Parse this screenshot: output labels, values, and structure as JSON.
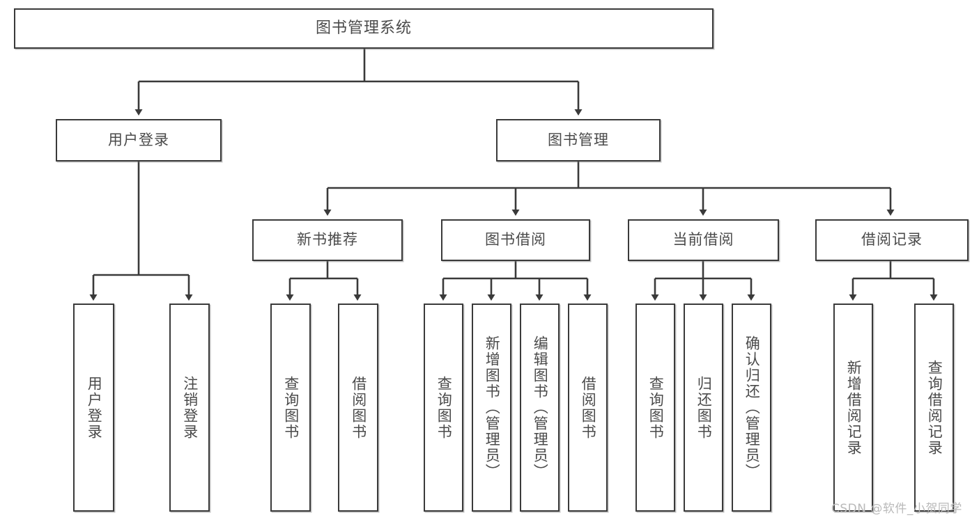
{
  "diagram": {
    "type": "tree",
    "title": "图书管理系统",
    "watermark": "CSDN @软件_小贺同学",
    "colors": {
      "box_border": "#3a3a3a",
      "box_fill": "#ffffff",
      "text": "#4a4a4a",
      "line": "#3a3a3a",
      "watermark": "#b9b9b9"
    },
    "levels": {
      "level1": [
        {
          "id": "root",
          "label": "图书管理系统"
        }
      ],
      "level2": [
        {
          "id": "user-login",
          "label": "用户登录",
          "parent": "root"
        },
        {
          "id": "book-manage",
          "label": "图书管理",
          "parent": "root"
        }
      ],
      "level3": [
        {
          "id": "new-book-rec",
          "label": "新书推荐",
          "parent": "book-manage"
        },
        {
          "id": "book-borrow",
          "label": "图书借阅",
          "parent": "book-manage"
        },
        {
          "id": "current-borrow",
          "label": "当前借阅",
          "parent": "book-manage"
        },
        {
          "id": "borrow-record",
          "label": "借阅记录",
          "parent": "book-manage"
        }
      ],
      "leaves": [
        {
          "id": "leaf-user-login",
          "label": "用户登录",
          "parent": "user-login"
        },
        {
          "id": "leaf-logout-login",
          "label": "注销登录",
          "parent": "user-login"
        },
        {
          "id": "leaf-query-book-1",
          "label": "查询图书",
          "parent": "new-book-rec"
        },
        {
          "id": "leaf-borrow-book-1",
          "label": "借阅图书",
          "parent": "new-book-rec"
        },
        {
          "id": "leaf-query-book-2",
          "label": "查询图书",
          "parent": "book-borrow"
        },
        {
          "id": "leaf-add-book",
          "label": "新增图书（管理员）",
          "parent": "book-borrow"
        },
        {
          "id": "leaf-edit-book",
          "label": "编辑图书（管理员）",
          "parent": "book-borrow"
        },
        {
          "id": "leaf-borrow-book-2",
          "label": "借阅图书",
          "parent": "book-borrow"
        },
        {
          "id": "leaf-query-book-3",
          "label": "查询图书",
          "parent": "current-borrow"
        },
        {
          "id": "leaf-return-book",
          "label": "归还图书",
          "parent": "current-borrow"
        },
        {
          "id": "leaf-confirm-return",
          "label": "确认归还（管理员）",
          "parent": "current-borrow"
        },
        {
          "id": "leaf-add-record",
          "label": "新增借阅记录",
          "parent": "borrow-record"
        },
        {
          "id": "leaf-query-record",
          "label": "查询借阅记录",
          "parent": "borrow-record"
        }
      ]
    }
  }
}
